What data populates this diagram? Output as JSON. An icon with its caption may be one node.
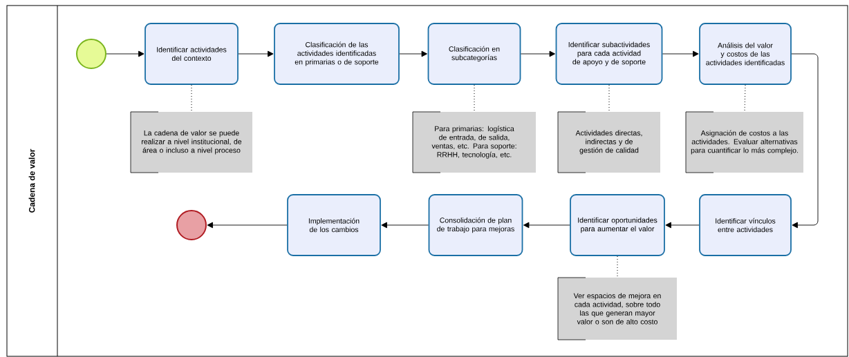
{
  "diagram": {
    "nodes": [
      {
        "text": [
          "Cadena de valor"
        ]
      },
      {
        "text": [],
        "shape": "circle",
        "in": 0
      },
      {
        "text": [
          "Identificar actividades del contexto"
        ],
        "in": 0
      },
      {
        "text": [
          "Clasificación de las actividades identificadas en primarias o de soporte"
        ],
        "in": 0
      },
      {
        "text": [
          "Clasificación en subcategorías"
        ],
        "in": 0
      },
      {
        "text": [
          "Identificar subactividades para cada actividad de apoyo y de soporte"
        ],
        "in": 0
      },
      {
        "text": [
          "Análisis del valor y costos de las actividades identificadas"
        ],
        "in": 0
      },
      {
        "text": [
          "La cadena de valor se puede realizar a nivel institucional, de área o incluso a nivel proceso"
        ],
        "in": 0
      },
      {
        "text": [
          "Para primarias: logística de entrada, de salida, ventas, etc. Para soporte: RRHH, tecnología, etc."
        ],
        "in": 0
      },
      {
        "text": [
          "Actividades directas, indirectas y de gestión de calidad"
        ],
        "in": 0
      },
      {
        "text": [
          "Asignación de costos a las actividades. Evaluar alternativas para cuantificar lo más complejo."
        ],
        "in": 0
      },
      {
        "text": [],
        "shape": "circle",
        "in": 0
      },
      {
        "text": [
          "Implementación de los cambios"
        ],
        "in": 0
      },
      {
        "text": [
          "Consolidación de plan de trabajo para mejoras"
        ],
        "in": 0
      },
      {
        "text": [
          "Identificar oportunidades para aumentar el valor"
        ],
        "in": 0
      },
      {
        "text": [
          "Identificar vínculos entre actividades"
        ],
        "in": 0
      },
      {
        "text": [
          "Ver espacios de mejora en cada actividad, sobre todo las que generan mayor valor o son de alto costo"
        ],
        "in": 0
      }
    ],
    "edges": [
      {
        "from": 1,
        "to": 2,
        "arrow": "to"
      },
      {
        "from": 2,
        "to": 3,
        "arrow": "to"
      },
      {
        "from": 3,
        "to": 4,
        "arrow": "to"
      },
      {
        "from": 4,
        "to": 5,
        "arrow": "to"
      },
      {
        "from": 5,
        "to": 6,
        "arrow": "to"
      },
      {
        "from": 6,
        "to": 15,
        "arrow": "to"
      },
      {
        "from": 15,
        "to": 14,
        "arrow": "to"
      },
      {
        "from": 14,
        "to": 13,
        "arrow": "to"
      },
      {
        "from": 13,
        "to": 12,
        "arrow": "to"
      },
      {
        "from": 12,
        "to": 11,
        "arrow": "to"
      },
      {
        "from": 2,
        "to": 7,
        "arrow": "none",
        "style": "dashed"
      },
      {
        "from": 4,
        "to": 8,
        "arrow": "none",
        "style": "dashed"
      },
      {
        "from": 5,
        "to": 9,
        "arrow": "none",
        "style": "dashed"
      },
      {
        "from": 6,
        "to": 10,
        "arrow": "none",
        "style": "dashed"
      },
      {
        "from": 14,
        "to": 16,
        "arrow": "none",
        "style": "dashed"
      }
    ]
  }
}
